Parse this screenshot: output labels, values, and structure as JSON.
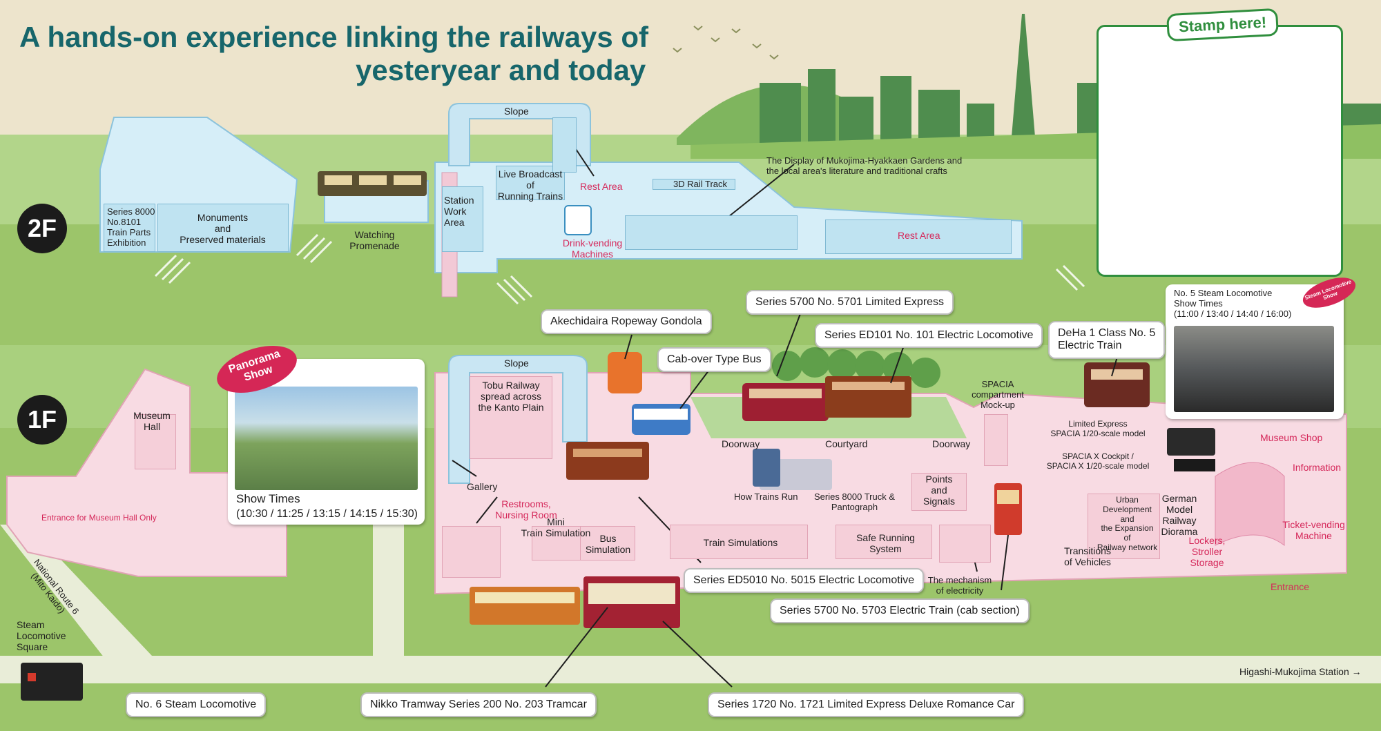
{
  "headline": {
    "line1": "A hands-on experience linking the railways of",
    "line2": "yesteryear and today"
  },
  "stamp": {
    "label": "Stamp here!"
  },
  "floors": {
    "second": "2F",
    "first": "1F"
  },
  "f2": {
    "slope": "Slope",
    "series8000": "Series 8000\nNo.8101\nTrain Parts\nExhibition",
    "monuments": "Monuments\nand\nPreserved materials",
    "watching": "Watching\nPromenade",
    "station_work": "Station\nWork\nArea",
    "live_broadcast": "Live Broadcast\nof\nRunning Trains",
    "rest_area_1": "Rest Area",
    "rail_track": "3D Rail Track",
    "drink": "Drink-vending\nMachines",
    "display": "The Display of Mukojima-Hyakkaen Gardens and\nthe local area's literature and traditional crafts",
    "rest_area_2": "Rest Area"
  },
  "f1": {
    "slope": "Slope",
    "museum_hall": "Museum\nHall",
    "entrance_hall": "Entrance for Museum Hall Only",
    "tobu_railway": "Tobu Railway\nspread across\nthe Kanto Plain",
    "gallery": "Gallery",
    "restrooms": "Restrooms,\nNursing Room",
    "mini_train": "Mini\nTrain Simulation",
    "bus_sim": "Bus\nSimulation",
    "doorway_1": "Doorway",
    "courtyard": "Courtyard",
    "doorway_2": "Doorway",
    "spacia_mock": "SPACIA\ncompartment\nMock-up",
    "how_trains": "How Trains Run",
    "truck": "Series 8000 Truck &\nPantograph",
    "points": "Points\nand\nSignals",
    "train_sims": "Train Simulations",
    "safe_running": "Safe Running\nSystem",
    "mechanism": "The mechanism\nof electricity",
    "transitions": "Transitions\nof Vehicles",
    "urban": "Urban\nDevelopment\nand\nthe Expansion\nof\nRailway network",
    "german": "German\nModel\nRailway\nDiorama",
    "lockers": "Lockers,\nStroller\nStorage",
    "spacia_scale": "Limited Express\nSPACIA 1/20-scale model",
    "spacia_x": "SPACIA X Cockpit /\nSPACIA X 1/20-scale model",
    "museum_shop": "Museum Shop",
    "information": "Information",
    "ticket": "Ticket-vending\nMachine",
    "entrance": "Entrance",
    "route6": "National Route 6\n(Mito Kaido)",
    "steam_square": "Steam\nLocomotive\nSquare",
    "station": "Higashi-Mukojima Station →"
  },
  "panorama": {
    "badge": "Panorama\nShow",
    "show_title": "Show Times",
    "show_times": "(10:30 / 11:25 / 13:15 / 14:15 / 15:30)"
  },
  "steam_show": {
    "badge": "Steam Locomotive\nShow",
    "text": "No. 5 Steam Locomotive\nShow Times\n(11:00 / 13:40 / 14:40 / 16:00)"
  },
  "callouts": {
    "s5701": "Series 5700 No. 5701 Limited Express",
    "ed101": "Series ED101 No. 101 Electric Locomotive",
    "gondola": "Akechidaira Ropeway Gondola",
    "bus": "Cab-over Type Bus",
    "deha": "DeHa 1 Class No. 5\nElectric Train",
    "ed5010": "Series ED5010 No. 5015 Electric Locomotive",
    "s5703": "Series 5700 No. 5703 Electric Train (cab section)",
    "no6": "No. 6 Steam Locomotive",
    "tram": "Nikko Tramway Series 200 No. 203 Tramcar",
    "romance": "Series 1720 No. 1721 Limited Express Deluxe Romance Car"
  },
  "colors": {
    "title": "#17666b",
    "accent_red": "#d5285a",
    "sky": "#ede4cc",
    "grass_dark": "#8fc062",
    "grass_light": "#b2d58a",
    "floor_pink": "#f8dbe3",
    "floor_blue": "#d6eef8",
    "city": "#4f8d4e"
  }
}
